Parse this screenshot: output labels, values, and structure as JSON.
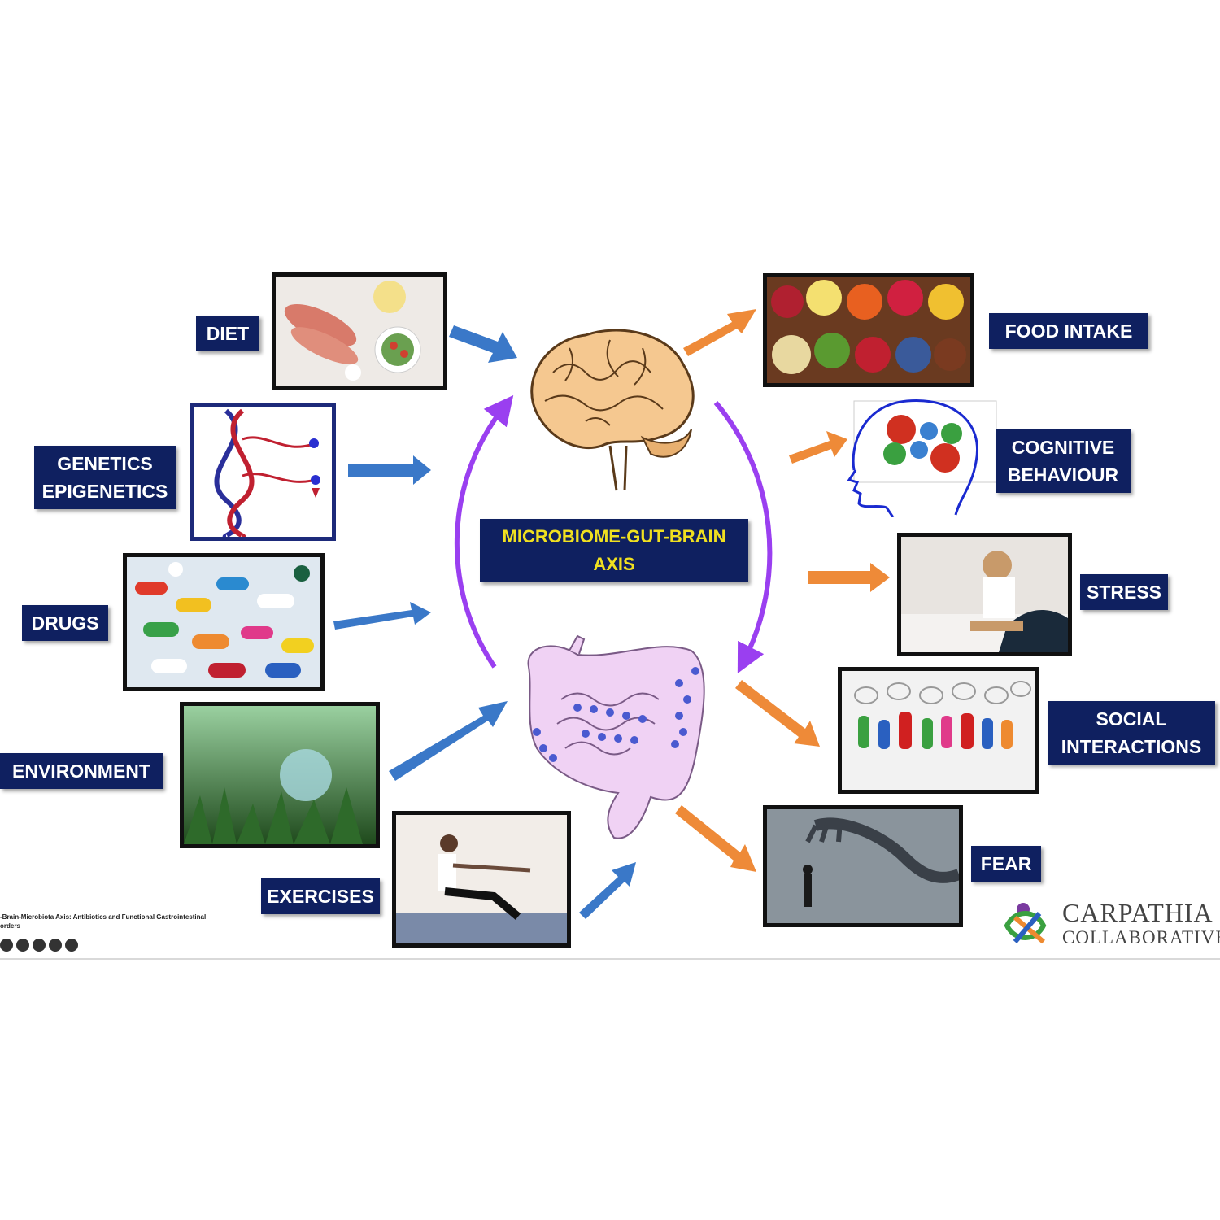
{
  "diagram": {
    "center_label_line1": "MICROBIOME-GUT-BRAIN",
    "center_label_line2": "AXIS",
    "inputs": {
      "diet": "DIET",
      "genetics_line1": "GENETICS",
      "genetics_line2": "EPIGENETICS",
      "drugs": "DRUGS",
      "environment": "ENVIRONMENT",
      "exercises": "EXERCISES"
    },
    "outputs": {
      "food_intake": "FOOD INTAKE",
      "cognitive_line1": "COGNITIVE",
      "cognitive_line2": "BEHAVIOUR",
      "stress": "STRESS",
      "social_line1": "SOCIAL",
      "social_line2": "INTERACTIONS",
      "fear": "FEAR"
    }
  },
  "citation": {
    "line1": "-Brain-Microbiota Axis: Antibiotics and Functional Gastrointestinal",
    "line2": "orders"
  },
  "logo": {
    "name_line1": "CARPATHIA",
    "name_line2": "COLLABORATIVE"
  },
  "colors": {
    "label_bg": "#0f2060",
    "center_text": "#f0e020",
    "input_arrow": "#3a78c8",
    "output_arrow": "#ee8a38",
    "cycle_arrow": "#9a3ff0",
    "brain": "#f5c890",
    "gut": "#f0d2f4"
  },
  "icons": [
    "brain-illustration",
    "gut-illustration",
    "dna-icon",
    "head-gears-icon"
  ]
}
